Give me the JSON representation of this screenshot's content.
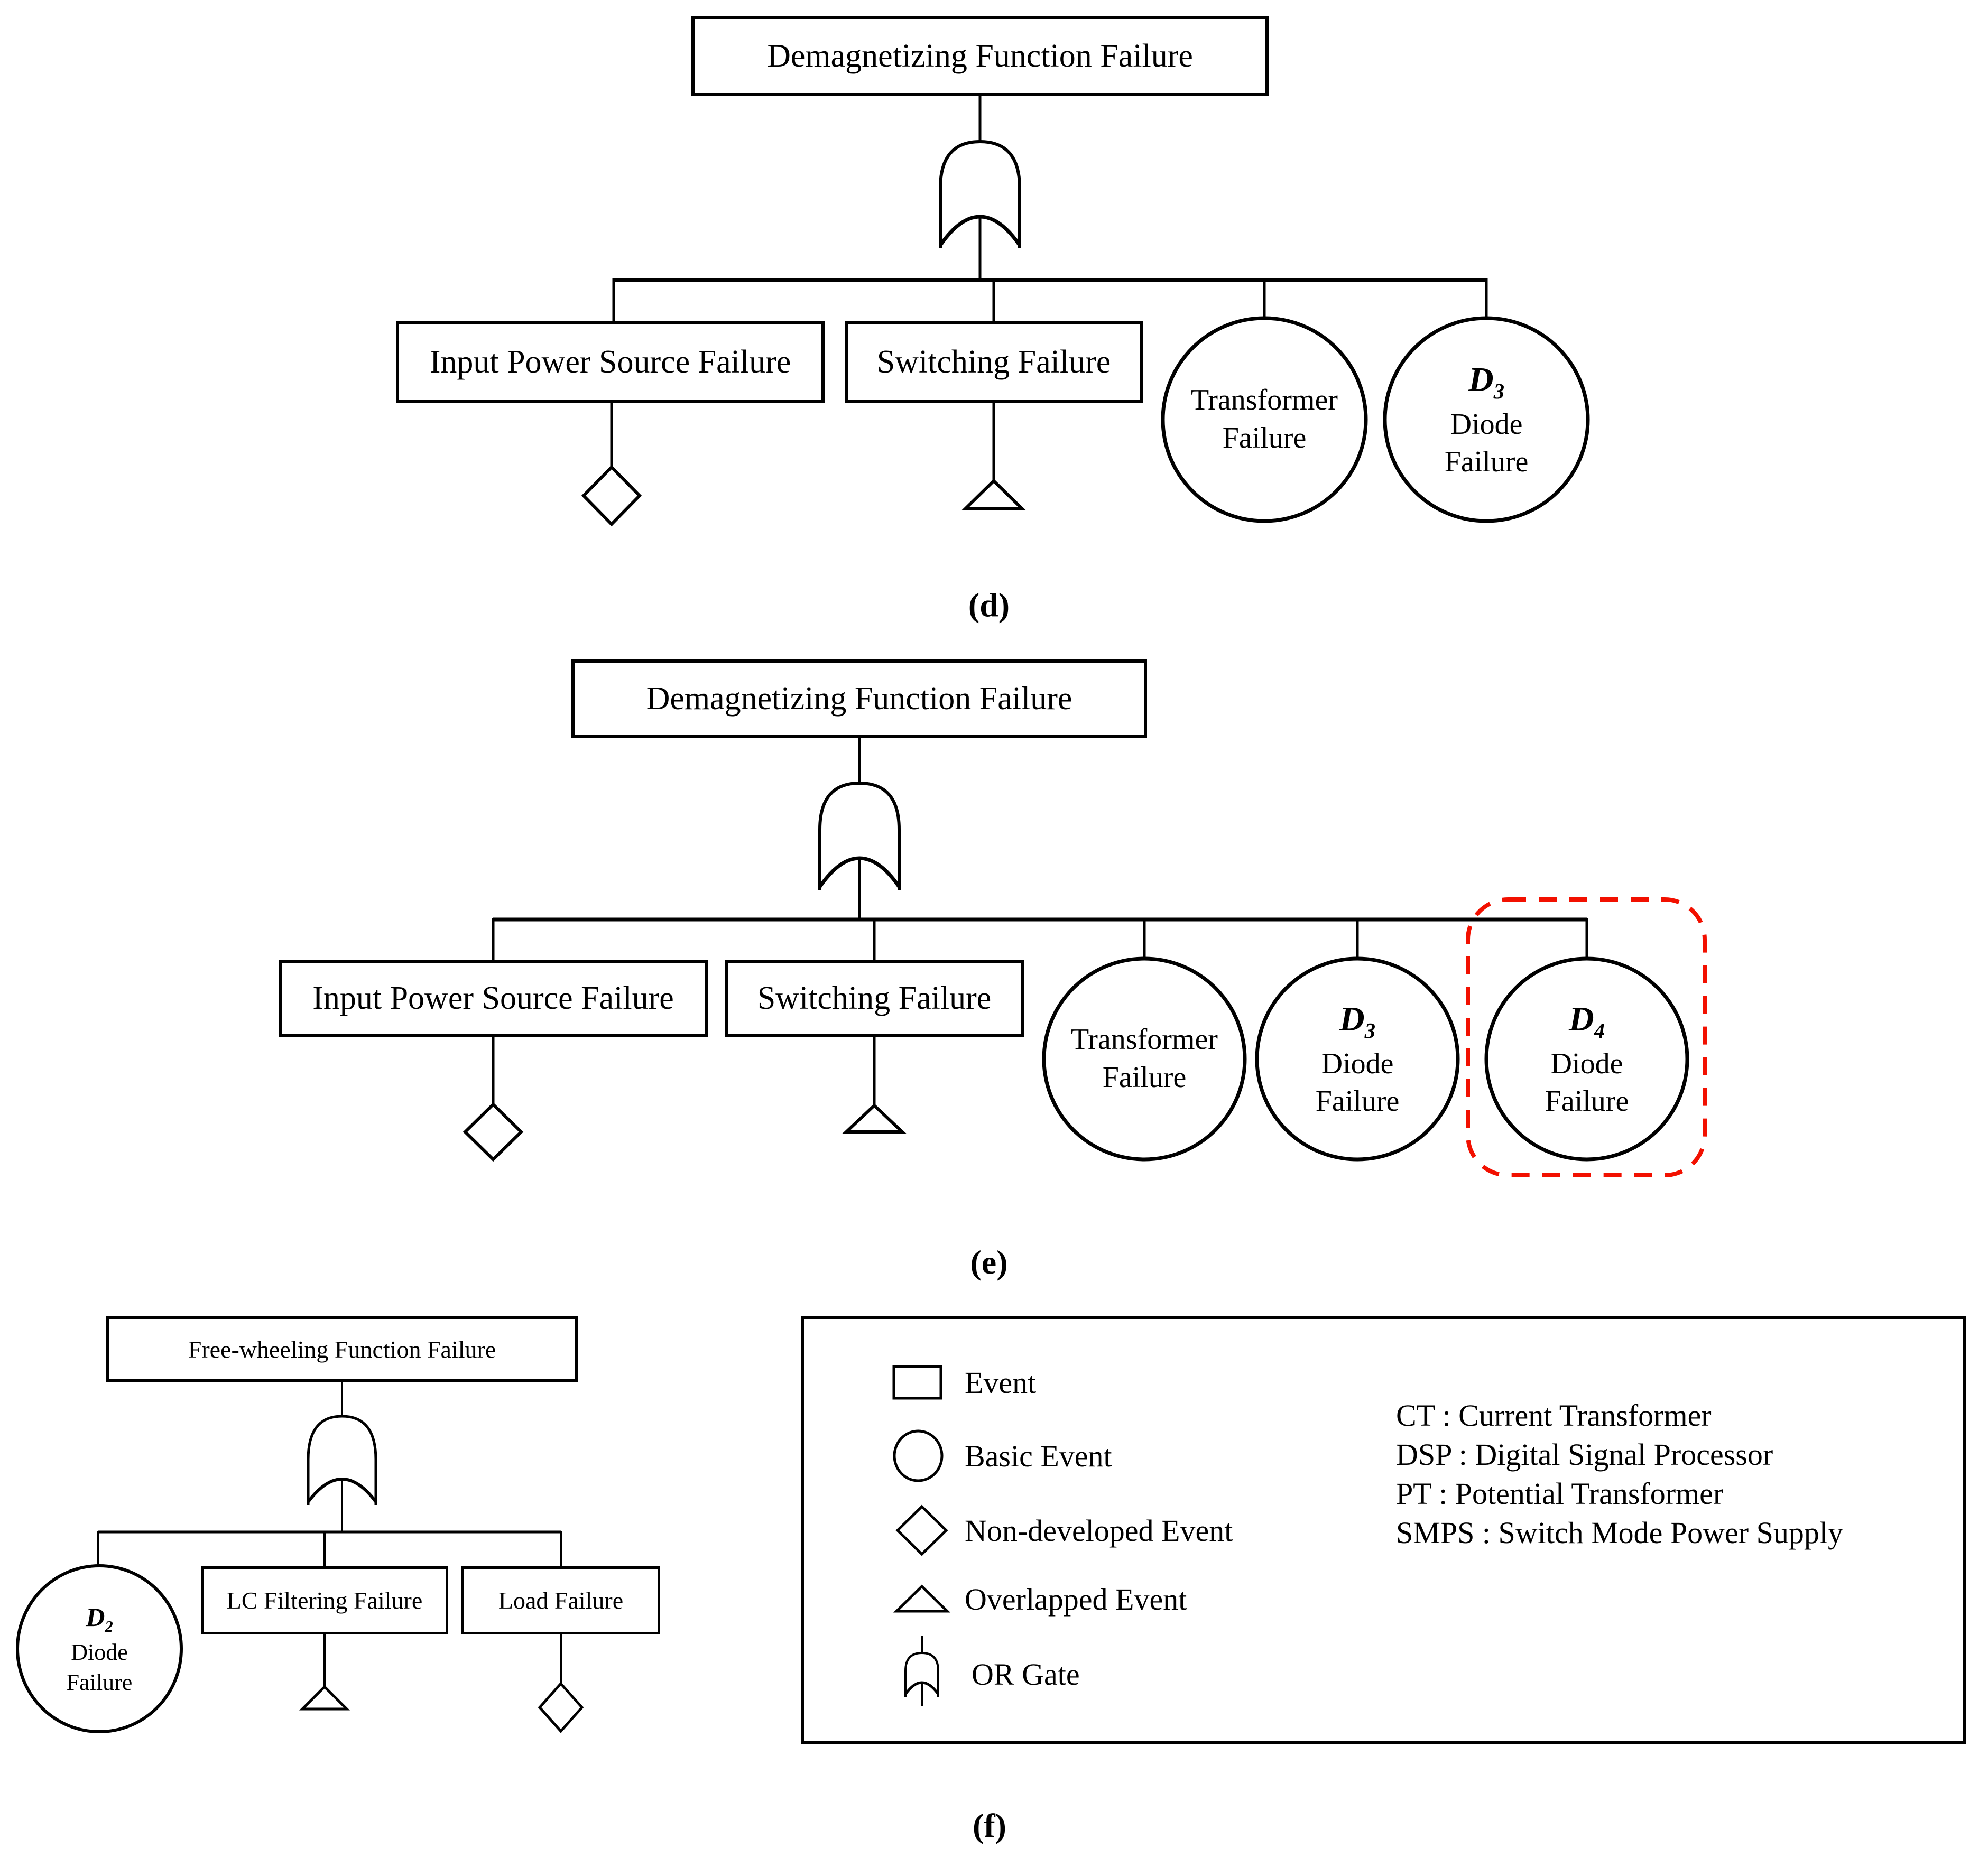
{
  "colors": {
    "highlight_red": "#f21000",
    "line_black": "#000000"
  },
  "panel_d": {
    "caption": "(d)",
    "root_label": "Demagnetizing Function Failure",
    "input_power_label": "Input Power Source Failure",
    "switching_label": "Switching Failure",
    "transformer_label_line1": "Transformer",
    "transformer_label_line2": "Failure",
    "d3_symbol": "D",
    "d3_subscript": "3",
    "d3_label_line1": "Diode",
    "d3_label_line2": "Failure"
  },
  "panel_e": {
    "caption": "(e)",
    "root_label": "Demagnetizing Function Failure",
    "input_power_label": "Input Power Source Failure",
    "switching_label": "Switching Failure",
    "transformer_label_line1": "Transformer",
    "transformer_label_line2": "Failure",
    "d3_symbol": "D",
    "d3_subscript": "3",
    "d3_label_line1": "Diode",
    "d3_label_line2": "Failure",
    "d4_symbol": "D",
    "d4_subscript": "4",
    "d4_label_line1": "Diode",
    "d4_label_line2": "Failure"
  },
  "panel_f": {
    "caption": "(f)",
    "root_label": "Free-wheeling Function Failure",
    "d2_symbol": "D",
    "d2_subscript": "2",
    "d2_label_line1": "Diode",
    "d2_label_line2": "Failure",
    "lc_filtering_label": "LC Filtering Failure",
    "load_label": "Load Failure"
  },
  "legend": {
    "items": [
      {
        "icon": "event-rectangle",
        "label": "Event"
      },
      {
        "icon": "basic-event-circle",
        "label": "Basic Event"
      },
      {
        "icon": "non-developed-event-diamond",
        "label": "Non-developed Event"
      },
      {
        "icon": "overlapped-event-triangle",
        "label": "Overlapped Event"
      },
      {
        "icon": "or-gate",
        "label": "OR Gate"
      }
    ],
    "abbreviations": [
      "CT : Current Transformer",
      "DSP : Digital Signal Processor",
      "PT : Potential Transformer",
      "SMPS : Switch Mode Power Supply"
    ]
  }
}
